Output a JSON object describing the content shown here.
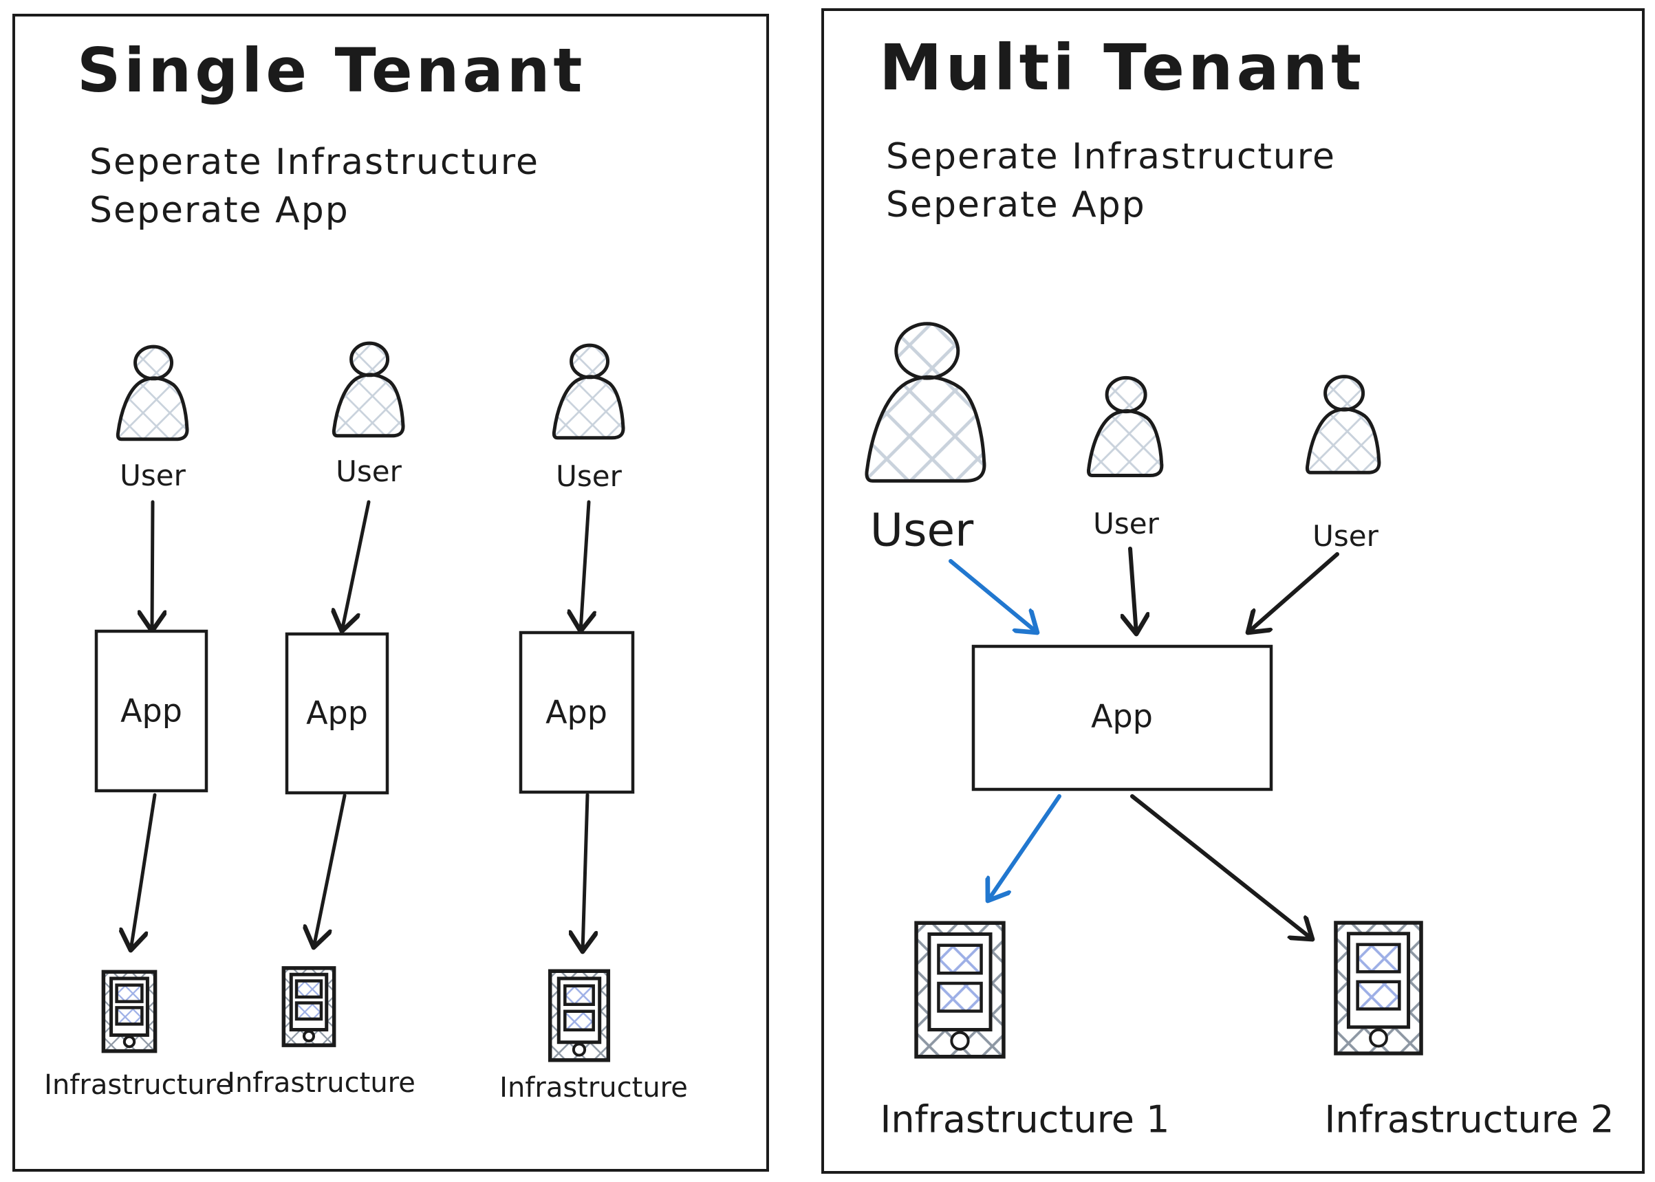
{
  "panels": {
    "single": {
      "title": "Single Tenant",
      "subtitle_line1": "Seperate Infrastructure",
      "subtitle_line2": "Seperate App",
      "users": [
        "User",
        "User",
        "User"
      ],
      "apps": [
        "App",
        "App",
        "App"
      ],
      "infras": [
        "Infrastructure",
        "Infrastructure",
        "Infrastructure"
      ]
    },
    "multi": {
      "title": "Multi Tenant",
      "subtitle_line1": "Seperate Infrastructure",
      "subtitle_line2": "Seperate App",
      "users": [
        "User",
        "User",
        "User"
      ],
      "app": "App",
      "infras": [
        "Infrastructure 1",
        "Infrastructure 2"
      ]
    }
  },
  "colors": {
    "ink": "#1b1b1b",
    "accent_blue": "#2177cf",
    "hatch_light": "#c9d2dc",
    "hatch_gray": "#8d97a3",
    "hatch_blue": "#9dafe6",
    "background": "#ffffff"
  }
}
